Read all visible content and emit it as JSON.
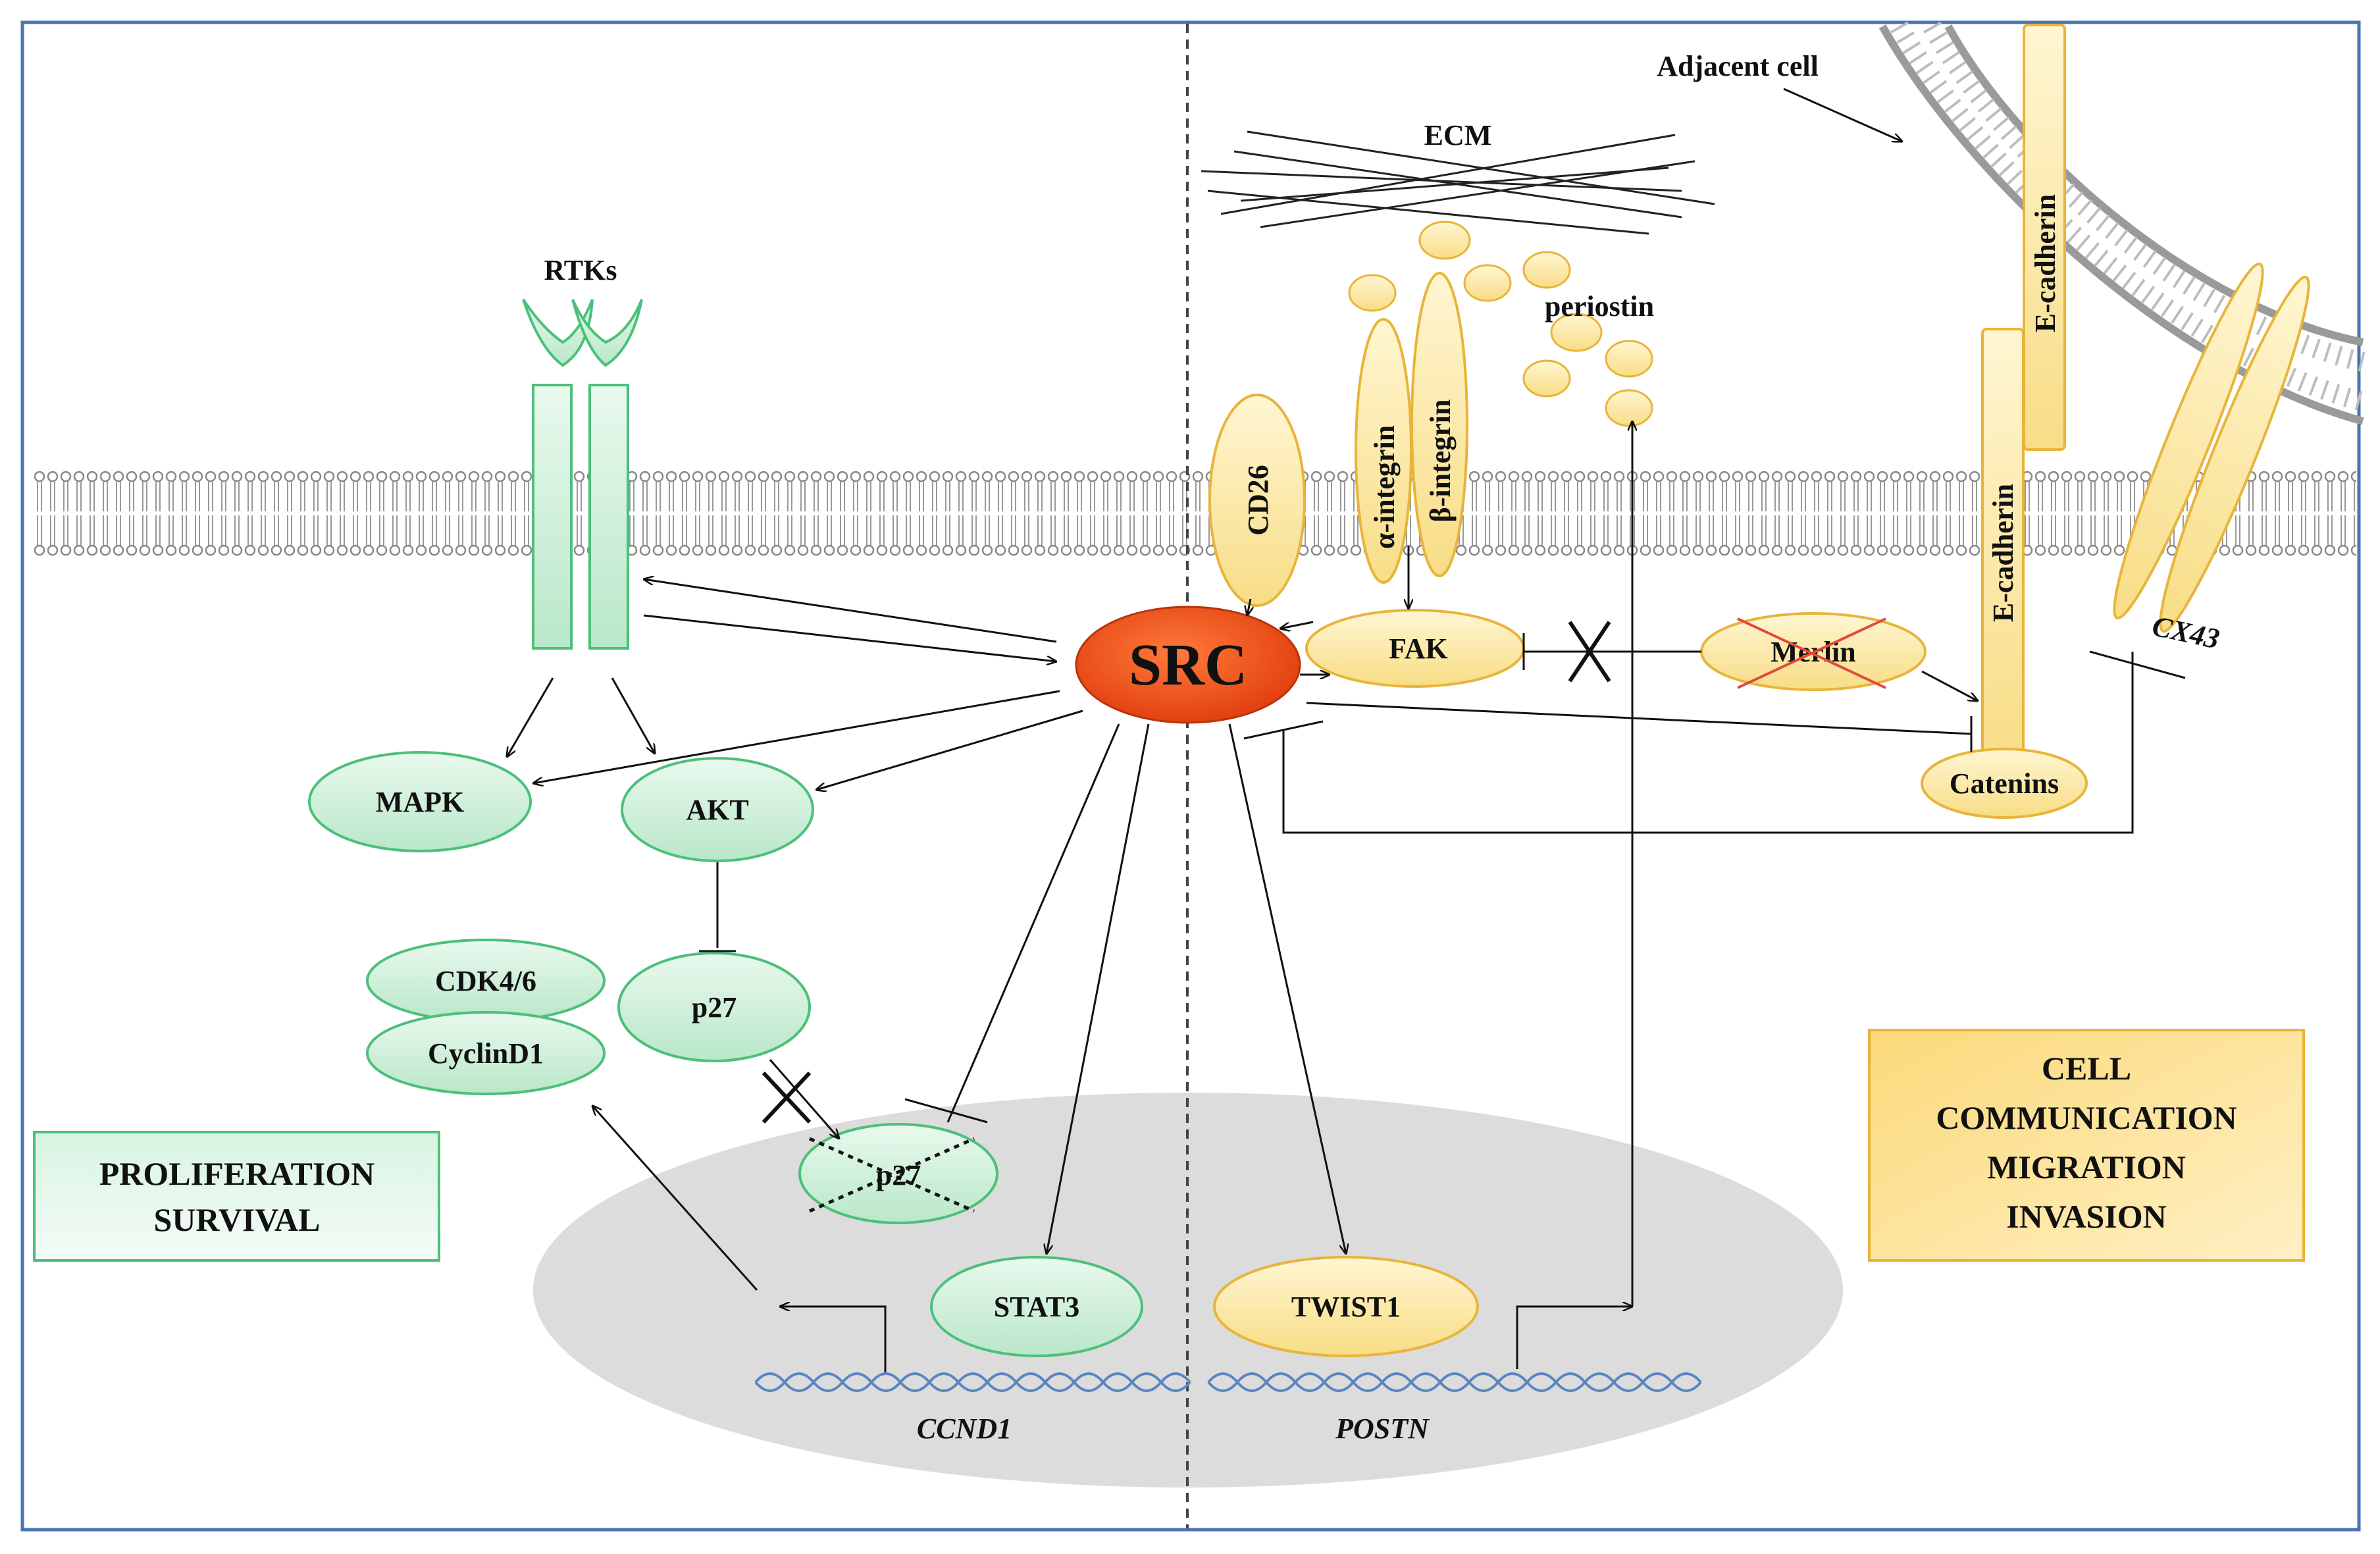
{
  "colors": {
    "green_fill": "#c6edd4",
    "green_stroke": "#4cc07a",
    "yellow_fill": "#fde9a3",
    "yellow_stroke": "#e8b43a",
    "src_fill": "#ea4d1a",
    "nucleus": "#dcdcdc",
    "dna": "#5a86c0",
    "merlin_cross": "#e24a3a"
  },
  "labels": {
    "rtks": "RTKs",
    "ecm": "ECM",
    "adjacent_cell": "Adjacent cell",
    "periostin": "periostin",
    "alpha_integrin": "α-integrin",
    "beta_integrin": "β-integrin",
    "cd26": "CD26",
    "e_cadherin": "E-cadherin",
    "cx43": "CX43",
    "src": "SRC",
    "fak": "FAK",
    "merlin": "Merlin",
    "catenins": "Catenins",
    "mapk": "MAPK",
    "akt": "AKT",
    "cdk46": "CDK4/6",
    "cyclind1": "CyclinD1",
    "p27": "p27",
    "p27_nuclear": "p27",
    "stat3": "STAT3",
    "twist1": "TWIST1",
    "ccnd1": "CCND1",
    "postn": "POSTN"
  },
  "boxes": {
    "left": [
      "PROLIFERATION",
      "SURVIVAL"
    ],
    "right": [
      "CELL",
      "COMMUNICATION",
      "MIGRATION",
      "INVASION"
    ]
  }
}
